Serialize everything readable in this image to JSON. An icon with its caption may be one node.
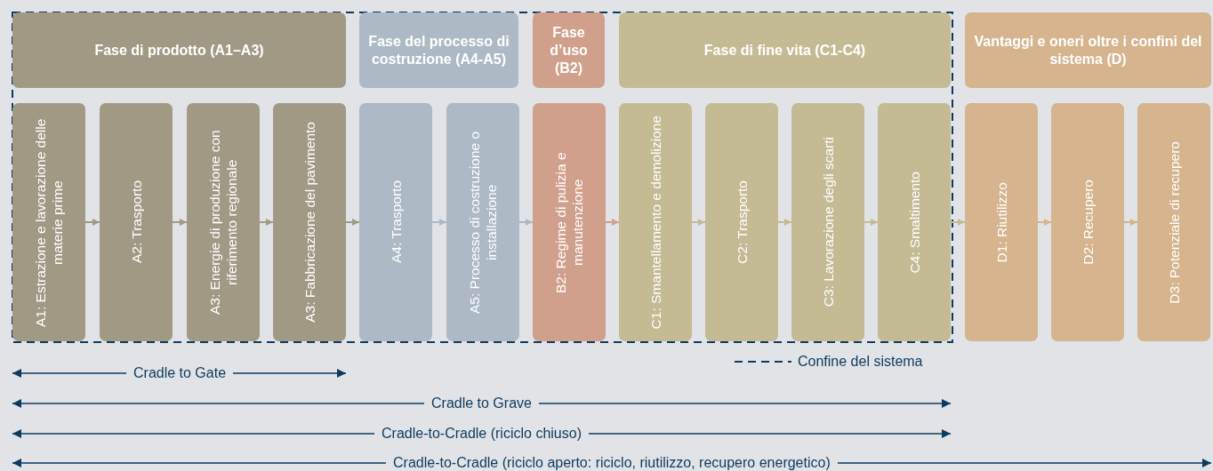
{
  "diagram": {
    "nodes": [
      {
        "text": [
          "Fase di prodotto (A1–A3)"
        ]
      },
      {
        "text": [
          "Fase del processo di costruzione (A4-A5)"
        ]
      },
      {
        "text": [
          "Fase d’uso (B2)"
        ]
      },
      {
        "text": [
          "Fase di fine vita (C1-C4)"
        ]
      },
      {
        "text": [
          "Vantaggi e oneri oltre i confini del sistema (D)"
        ]
      },
      {
        "text": [
          "A1: Estrazione e lavorazione delle materie prime"
        ]
      },
      {
        "text": [
          "A2: Trasporto"
        ]
      },
      {
        "text": [
          "A3: Energie di produzione con riferimento regionale"
        ]
      },
      {
        "text": [
          "A3: Fabbricazione del pavimento"
        ]
      },
      {
        "text": [
          "A4: Trasporto"
        ]
      },
      {
        "text": [
          "A5: Processo di costruzione o installazione"
        ]
      },
      {
        "text": [
          "B2: Regime di pulizia e manutenzione"
        ]
      },
      {
        "text": [
          "C1: Smantellamento e demolizione"
        ]
      },
      {
        "text": [
          "C2: Trasporto"
        ]
      },
      {
        "text": [
          "C3: Lavorazione degli scarti"
        ]
      },
      {
        "text": [
          "C4: Smaltimento"
        ]
      },
      {
        "text": [
          "D1: Riutilizzo"
        ]
      },
      {
        "text": [
          "D2: Recupero"
        ]
      },
      {
        "text": [
          "D3: Potenziale di recupero"
        ]
      }
    ],
    "edges": [
      {
        "from": 5,
        "to": 6,
        "arrow": "to"
      },
      {
        "from": 6,
        "to": 7,
        "arrow": "to"
      },
      {
        "from": 7,
        "to": 8,
        "arrow": "to"
      },
      {
        "from": 8,
        "to": 9,
        "arrow": "to"
      },
      {
        "from": 9,
        "to": 10,
        "arrow": "to"
      },
      {
        "from": 10,
        "to": 11,
        "arrow": "to"
      },
      {
        "from": 11,
        "to": 12,
        "arrow": "to"
      },
      {
        "from": 12,
        "to": 13,
        "arrow": "to"
      },
      {
        "from": 13,
        "to": 14,
        "arrow": "to"
      },
      {
        "from": 14,
        "to": 15,
        "arrow": "to"
      },
      {
        "from": 15,
        "to": 16,
        "arrow": "to"
      },
      {
        "from": 16,
        "to": 17,
        "arrow": "to"
      },
      {
        "from": 17,
        "to": 18,
        "arrow": "to"
      }
    ],
    "labels": [
      "Cradle to Gate",
      "Cradle to Grave",
      "Cradle-to-Cradle (riciclo chiuso)",
      "Cradle-to-Cradle (riciclo aperto: riciclo, riutilizzo, recupero energetico)"
    ],
    "legend": [
      {
        "text": "Confine del sistema"
      }
    ]
  }
}
